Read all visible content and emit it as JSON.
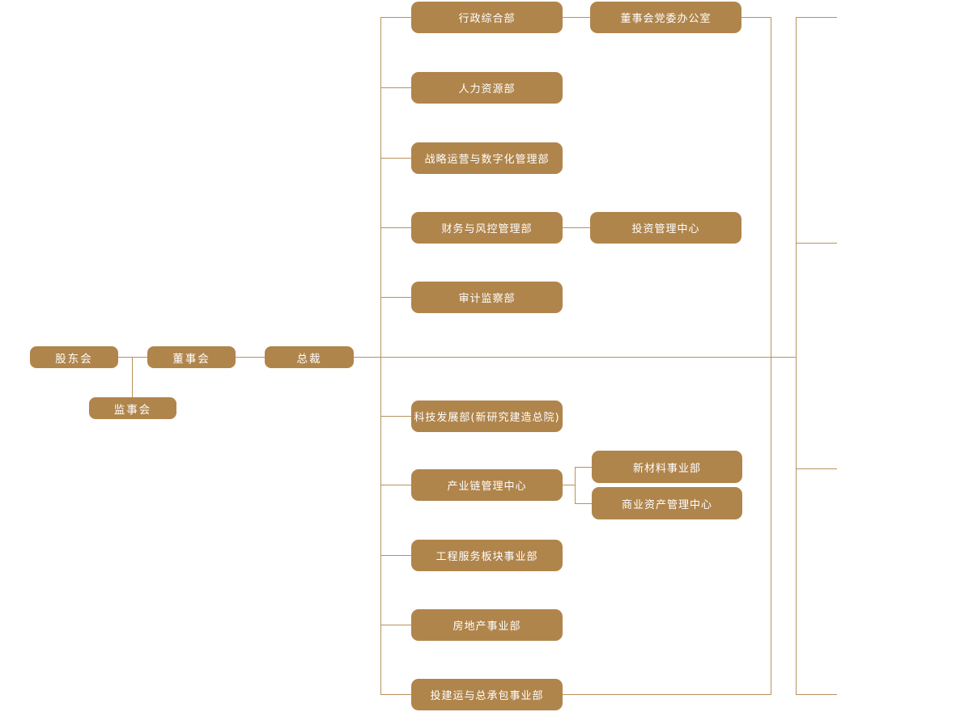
{
  "colors": {
    "node_fill": "#b0854c",
    "connector_line": "#b8925c",
    "node_text": "#ffffff",
    "background": "#ffffff"
  },
  "org": {
    "governance": {
      "shareholders": {
        "label": "股东会"
      },
      "board_of_directors": {
        "label": "董事会"
      },
      "president": {
        "label": "总裁"
      },
      "supervisory_board": {
        "label": "监事会"
      }
    },
    "departments": [
      {
        "label": "行政综合部"
      },
      {
        "label": "人力资源部"
      },
      {
        "label": "战略运营与数字化管理部"
      },
      {
        "label": "财务与风控管理部"
      },
      {
        "label": "审计监察部"
      },
      {
        "label": "科技发展部(新研究建造总院)"
      },
      {
        "label": "产业链管理中心"
      },
      {
        "label": "工程服务板块事业部"
      },
      {
        "label": "房地产事业部"
      },
      {
        "label": "投建运与总承包事业部"
      }
    ],
    "attached_units": [
      {
        "label": "董事会党委办公室",
        "parent": "行政综合部"
      },
      {
        "label": "投资管理中心",
        "parent": "财务与风控管理部"
      },
      {
        "label": "新材料事业部",
        "parent": "产业链管理中心"
      },
      {
        "label": "商业资产管理中心",
        "parent": "产业链管理中心"
      }
    ]
  }
}
